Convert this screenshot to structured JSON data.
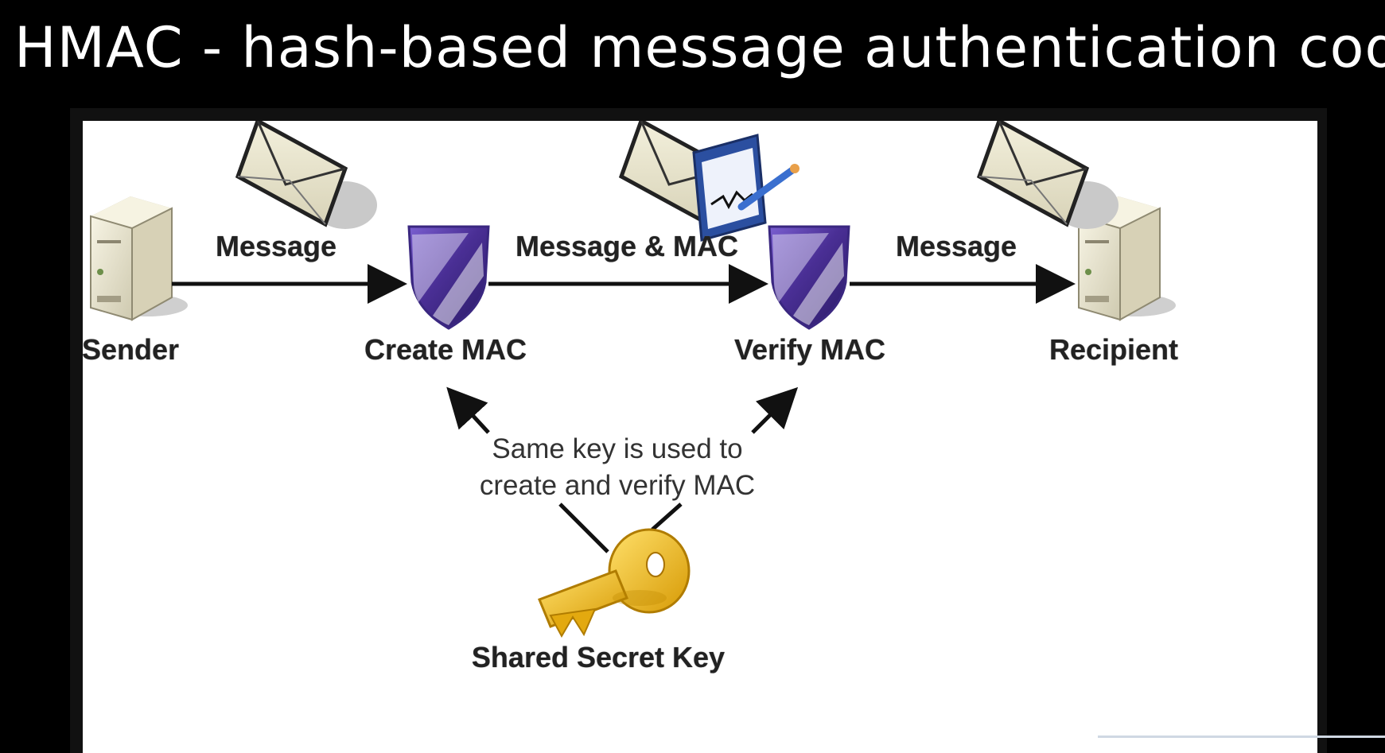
{
  "slide": {
    "title": "HMAC - hash-based message authentication code"
  },
  "diagram": {
    "nodes": {
      "sender": "Sender",
      "create_mac": "Create MAC",
      "verify_mac": "Verify MAC",
      "recipient": "Recipient",
      "shared_key": "Shared Secret Key"
    },
    "edges": {
      "sender_to_create": "Message",
      "create_to_verify": "Message & MAC",
      "verify_to_recipient": "Message"
    },
    "note": {
      "line1": "Same key is used to",
      "line2": "create and verify MAC"
    },
    "icons": [
      "server-icon",
      "envelope-icon",
      "shield-icon",
      "signed-document-icon",
      "key-icon"
    ],
    "colors": {
      "background": "#000000",
      "panel": "#ffffff",
      "shield": "#5a3fa0",
      "key": "#f2c21b",
      "arrow": "#111111"
    }
  }
}
